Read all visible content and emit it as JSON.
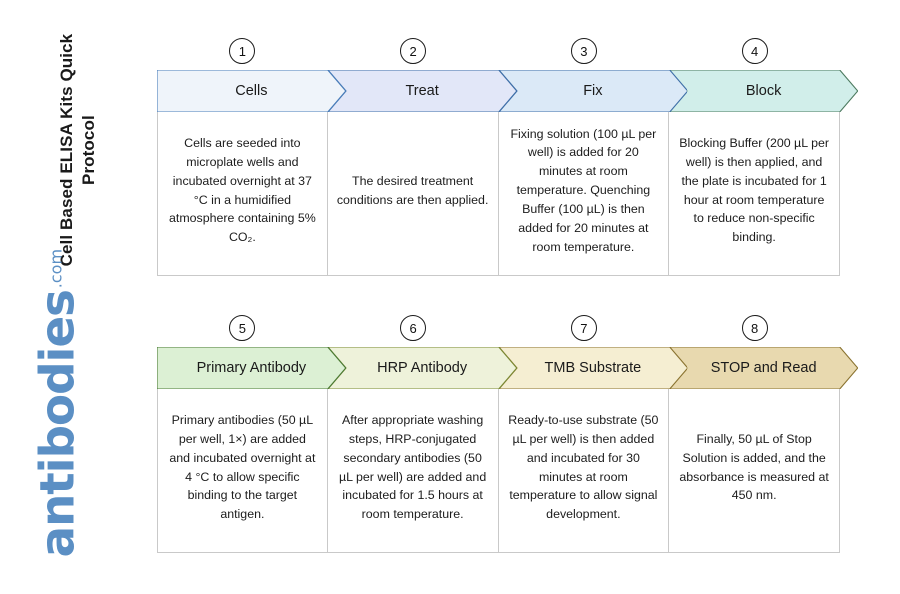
{
  "document": {
    "title": "Cell Based ELISA Kits Quick Protocol",
    "logo_word": "antibodies",
    "logo_suffix": ".com",
    "logo_color": "#5b8fc4"
  },
  "rows": [
    {
      "row_id": "row-1",
      "steps": [
        {
          "number": "1",
          "label": "Cells",
          "fill": "#eff4fa",
          "stroke": "#4a7ebb",
          "body": "Cells are seeded into microplate wells and incubated overnight at 37 °C in a humidified atmosphere containing 5% CO₂."
        },
        {
          "number": "2",
          "label": "Treat",
          "fill": "#e2e7f8",
          "stroke": "#3f6fa8",
          "body": "The desired treatment conditions are then applied."
        },
        {
          "number": "3",
          "label": "Fix",
          "fill": "#dbe9f7",
          "stroke": "#3f6fa8",
          "body": "Fixing solution (100 µL per well) is added for 20 minutes at room temperature. Quenching Buffer (100 µL) is then added for 20 minutes at room temperature."
        },
        {
          "number": "4",
          "label": "Block",
          "fill": "#d1eeea",
          "stroke": "#4c7a5f",
          "body": "Blocking Buffer (200 µL per well) is then applied, and the plate is incubated for 1 hour at room temperature to reduce non-specific binding."
        }
      ]
    },
    {
      "row_id": "row-2",
      "steps": [
        {
          "number": "5",
          "label": "Primary Antibody",
          "fill": "#dcf0d4",
          "stroke": "#4a7a35",
          "body": "Primary antibodies (50 µL per well, 1×) are added and incubated overnight at 4 °C to allow specific binding to the target antigen."
        },
        {
          "number": "6",
          "label": "HRP Antibody",
          "fill": "#eef2da",
          "stroke": "#7a8a33",
          "body": "After appropriate washing steps, HRP-conjugated secondary antibodies (50 µL per well) are added and incubated for 1.5 hours at room temperature."
        },
        {
          "number": "7",
          "label": "TMB Substrate",
          "fill": "#f5eed2",
          "stroke": "#8a7330",
          "body": "Ready-to-use substrate (50 µL per well) is then added and incubated for 30 minutes at room temperature to allow signal development."
        },
        {
          "number": "8",
          "label": "STOP and Read",
          "fill": "#e8d9af",
          "stroke": "#8a7330",
          "body": "Finally, 50 µL of Stop Solution is added, and the absorbance is measured at 450 nm."
        }
      ]
    }
  ]
}
